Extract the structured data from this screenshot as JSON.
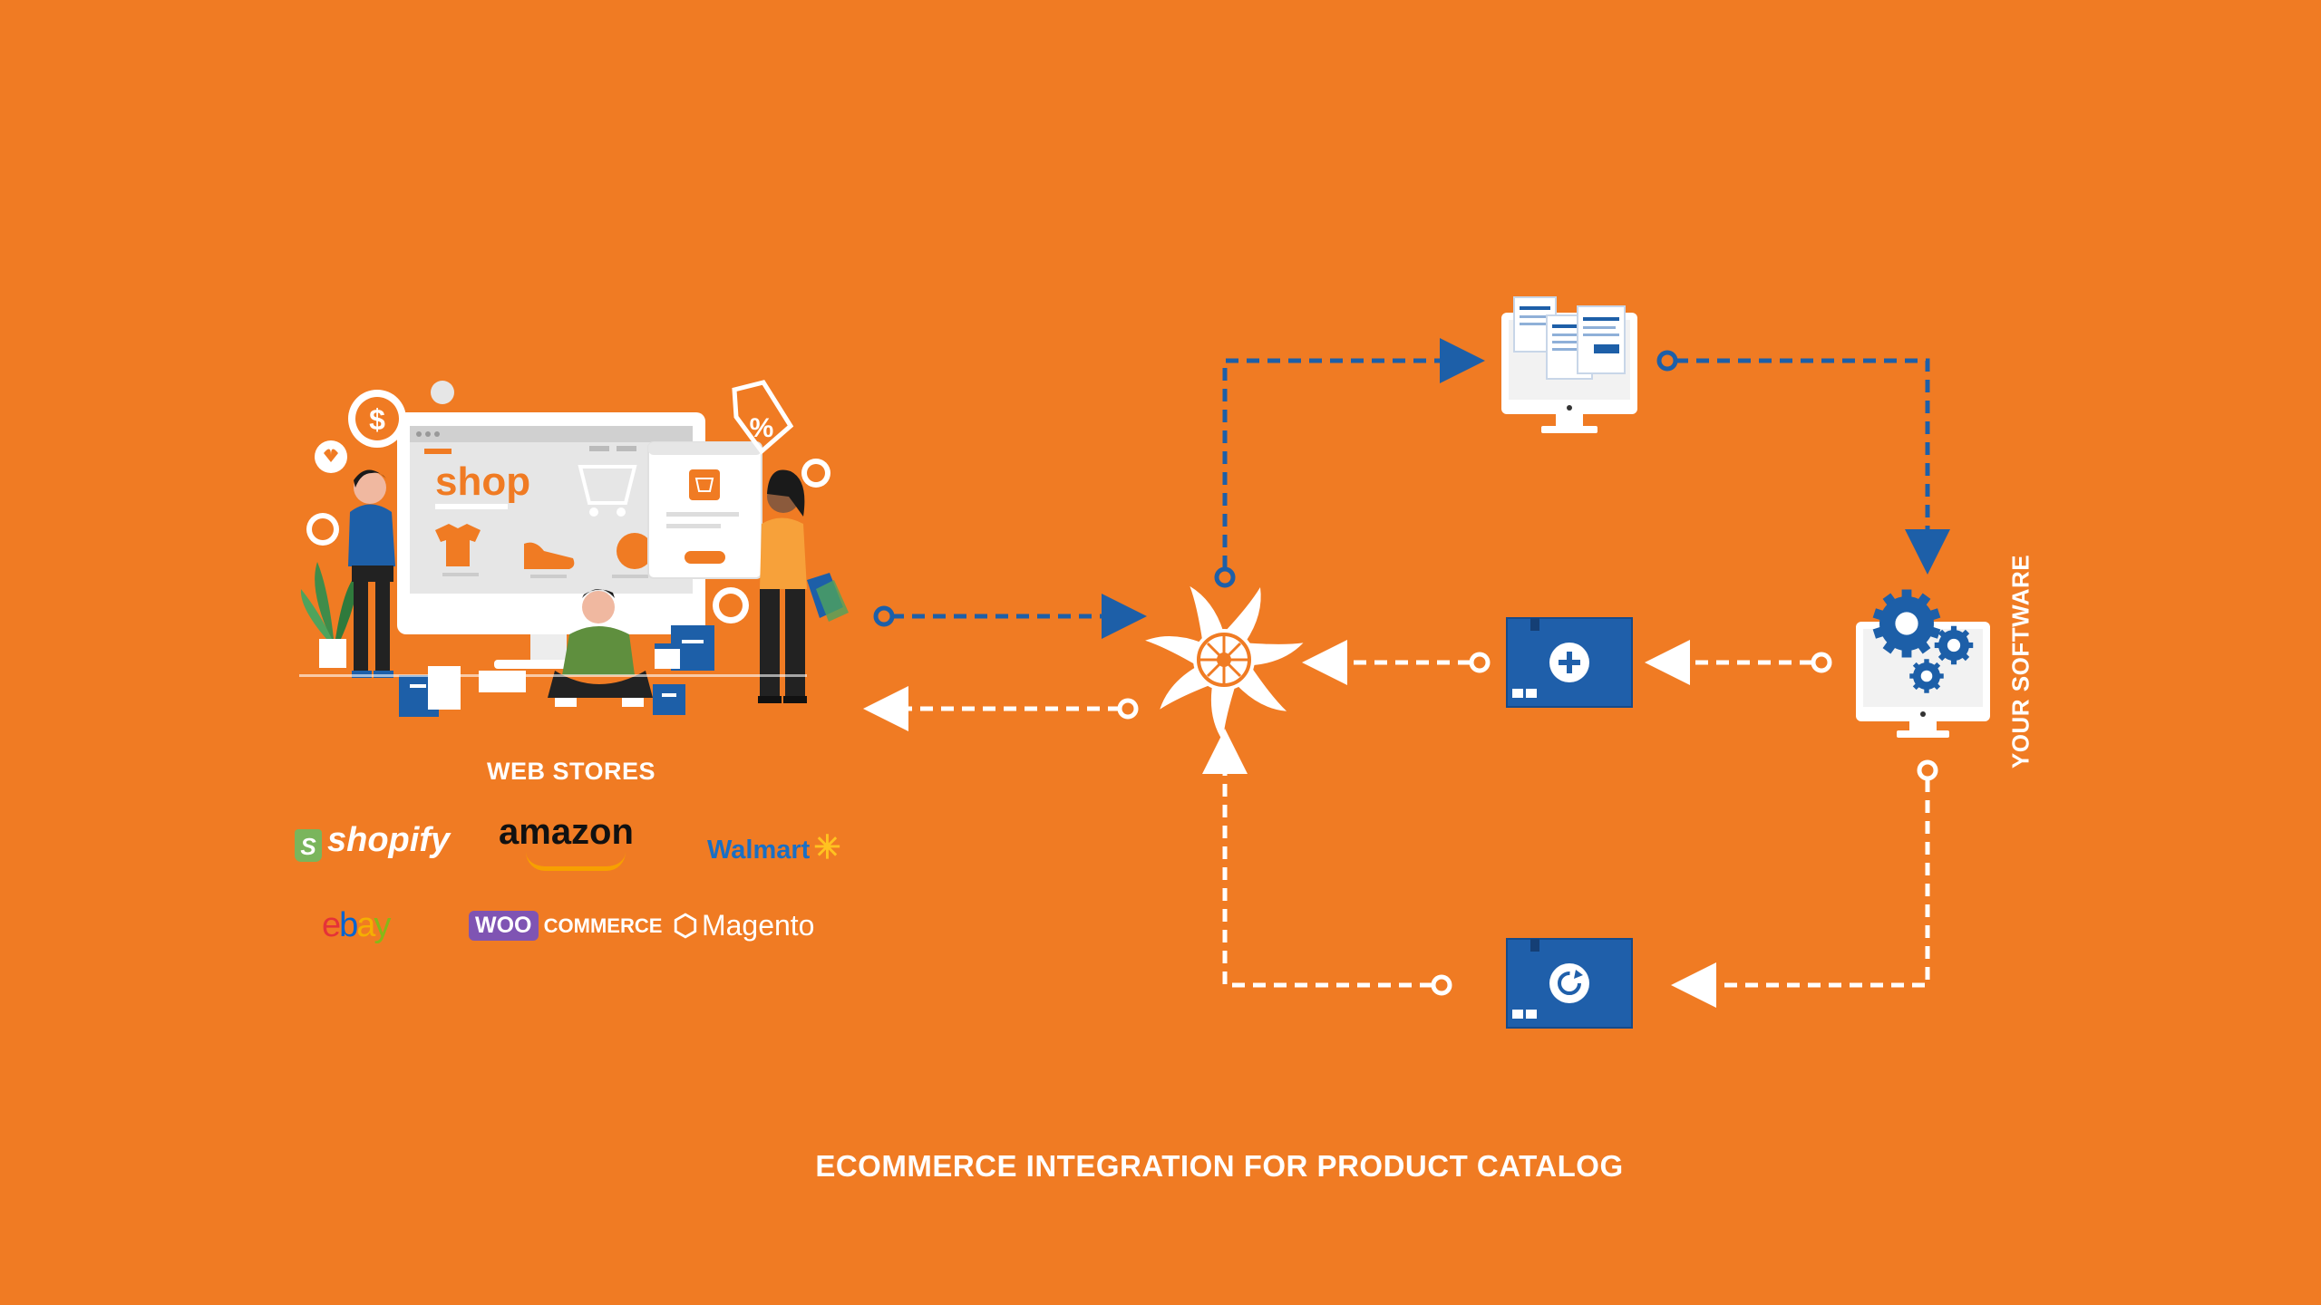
{
  "labels": {
    "web_stores": "WEB STORES",
    "your_software": "YOUR SOFTWARE",
    "footer_title": "ECOMMERCE INTEGRATION FOR PRODUCT CATALOG",
    "shop": "shop"
  },
  "logos": {
    "shopify_icon": "S",
    "shopify": "shopify",
    "amazon": "amazon",
    "walmart": "Walmart",
    "ebay": [
      "e",
      "b",
      "a",
      "y"
    ],
    "woo_badge": "WOO",
    "woo_rest": "COMMERCE",
    "magento": "Magento"
  },
  "icons": {
    "hub": "turbine-hub-icon",
    "documents": "documents-monitor-icon",
    "software": "gears-monitor-icon",
    "add_box": "box-add-icon",
    "sync_box": "box-sync-icon",
    "shop_illustration": "online-shop-illustration-icon"
  },
  "colors": {
    "background": "#F07B23",
    "blue": "#1D5FA8",
    "box_blue": "#1F5FAA",
    "white": "#FFFFFF",
    "ebay_e": "#E53238",
    "ebay_b": "#0064D2",
    "ebay_a": "#F5AF02",
    "ebay_y": "#86B817"
  }
}
